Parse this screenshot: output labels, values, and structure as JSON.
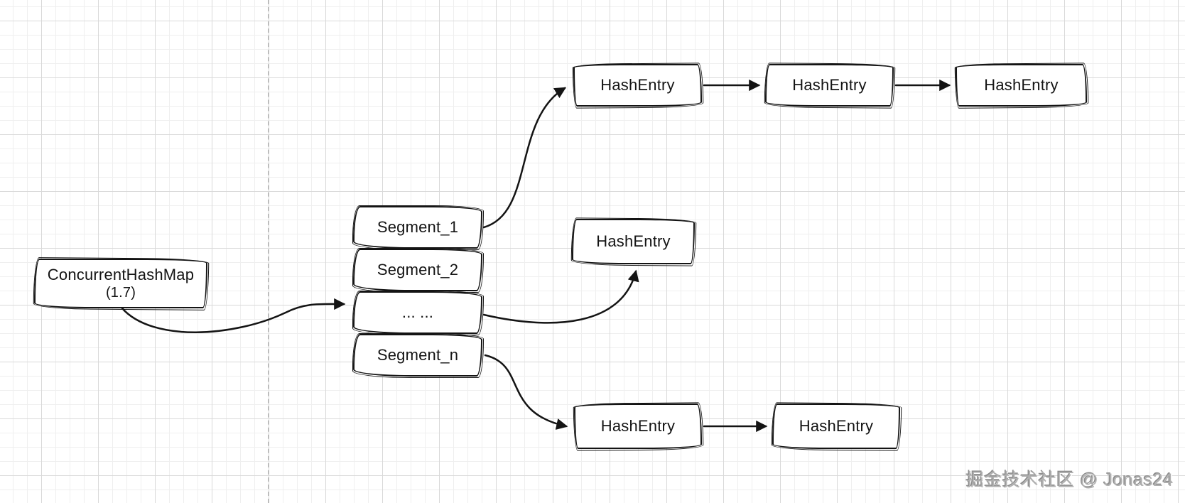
{
  "nodes": {
    "root": {
      "line1": "ConcurrentHashMap",
      "line2": "(1.7)"
    },
    "segments": [
      {
        "label": "Segment_1"
      },
      {
        "label": "Segment_2"
      },
      {
        "label": "... ..."
      },
      {
        "label": "Segment_n"
      }
    ],
    "hash_entries": {
      "top_chain": [
        {
          "label": "HashEntry"
        },
        {
          "label": "HashEntry"
        },
        {
          "label": "HashEntry"
        }
      ],
      "middle_chain": [
        {
          "label": "HashEntry"
        }
      ],
      "bottom_chain": [
        {
          "label": "HashEntry"
        },
        {
          "label": "HashEntry"
        }
      ]
    }
  },
  "edges": {
    "root_to_segments": "ConcurrentHashMap -> Segment table",
    "segment1_to_top_chain": "Segment_1 -> HashEntry",
    "dots_to_middle_chain": "... -> HashEntry",
    "segmentn_to_bottom_chain": "Segment_n -> HashEntry"
  },
  "watermark": {
    "text": "掘金技术社区 @ Jonas24"
  },
  "colors": {
    "stroke": "#141414",
    "background": "#ffffff",
    "grid_minor": "#efefef",
    "grid_major": "#d9d9d9",
    "guide_dash": "#bdbdbd",
    "watermark_text": "#b0b0b0"
  }
}
